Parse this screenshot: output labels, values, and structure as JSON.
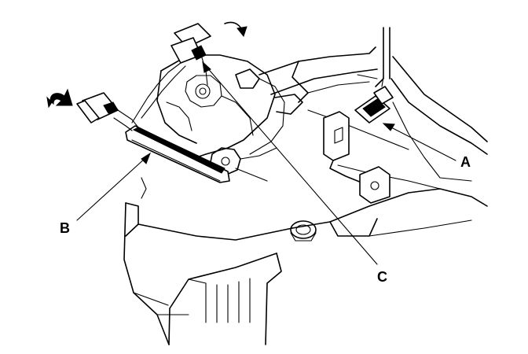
{
  "callouts": {
    "a": "A",
    "b": "B",
    "c": "C"
  },
  "icons": {
    "unplug_arrow_top": "curved-arrow-icon",
    "unplug_arrow_left": "curved-arrow-icon"
  }
}
